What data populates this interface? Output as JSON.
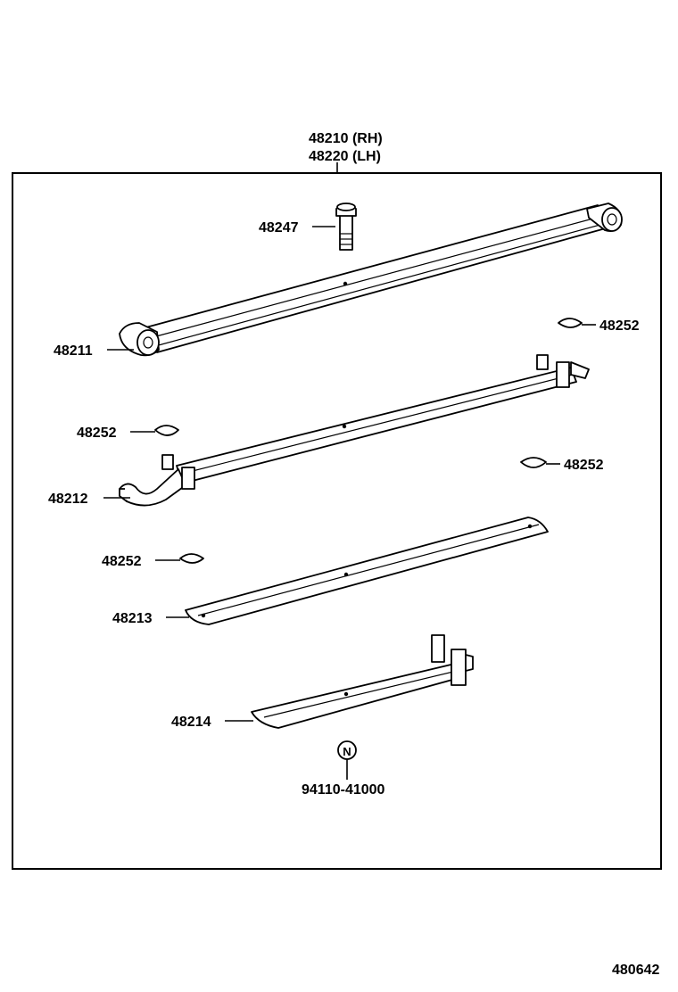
{
  "header": {
    "assembly_rh": "48210 (RH)",
    "assembly_lh": "48220 (LH)"
  },
  "parts": {
    "center_bolt": "48247",
    "main_leaf": "48211",
    "second_leaf": "48212",
    "third_leaf": "48213",
    "fourth_leaf": "48214",
    "insert_a": "48252",
    "insert_b": "48252",
    "insert_c": "48252",
    "insert_d": "48252",
    "nut_code": "94110-41000",
    "nut_symbol": "N"
  },
  "footer": {
    "figure_id": "480642"
  }
}
